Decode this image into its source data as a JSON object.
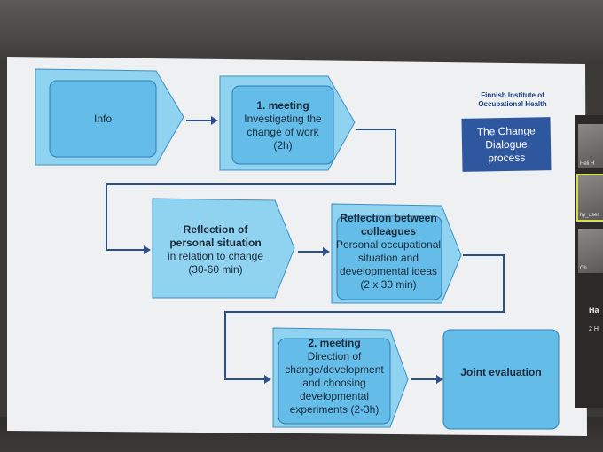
{
  "slide": {
    "brand_line1": "Finnish Institute of",
    "brand_line2": "Occupational Health",
    "process_lines": [
      "The Change",
      "Dialogue",
      "process"
    ],
    "boxes": {
      "info": {
        "lines": [
          "Info"
        ]
      },
      "meeting1": {
        "title": "1.  meeting",
        "lines": [
          "Investigating the",
          "change of work",
          "(2h)"
        ]
      },
      "reflection_personal": {
        "title_lines": [
          "Reflection of",
          "personal situation"
        ],
        "lines": [
          "in relation to change",
          "(30-60 min)"
        ]
      },
      "reflection_colleagues": {
        "title_lines": [
          "Reflection between",
          "colleagues"
        ],
        "lines": [
          "Personal occupational",
          "situation and",
          "developmental ideas",
          "(2 x 30 min)"
        ]
      },
      "meeting2": {
        "title": "2. meeting",
        "lines": [
          "Direction of",
          "change/development",
          "and choosing",
          "developmental",
          "experiments (2-3h)"
        ]
      },
      "joint": {
        "title": "Joint evaluation"
      }
    }
  },
  "sidebar": {
    "tile1_caption": "Heli H",
    "tile2_caption": "hy_user",
    "tile3_caption": "Ch",
    "label_ha": "Ha",
    "label_2": "2  H"
  },
  "colors": {
    "slide_bg": "#eef0f2",
    "box_light": "#8fd3f0",
    "box_inner": "#5fb9e6",
    "box_border": "#3d8fc4",
    "arrow": "#2a4f8a",
    "process_bg": "#2f57a0"
  }
}
